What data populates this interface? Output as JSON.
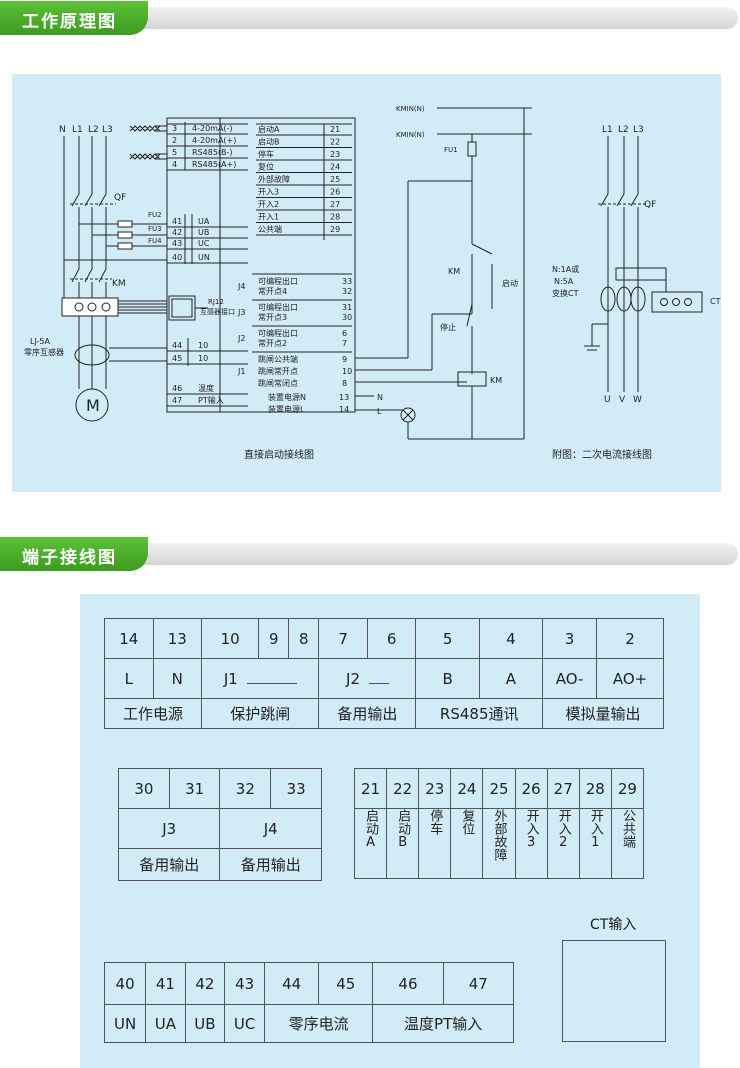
{
  "sections": {
    "principle": {
      "title": "工作原理图"
    },
    "terminal": {
      "title": "端子接线图"
    }
  },
  "principle": {
    "caption_main": "直接启动接线图",
    "caption_side": "附图：二次电流接线图",
    "lines_left": [
      "N",
      "L1",
      "L2",
      "L3"
    ],
    "qf": "QF",
    "km_main": "KM",
    "fuses": [
      "FU2",
      "FU3",
      "FU4"
    ],
    "zero_ct": [
      "LJ-5A",
      "零序互感器"
    ],
    "motor": "M",
    "rj12": [
      "RJ12",
      "互感器接口"
    ],
    "left_terms": [
      {
        "num": "3",
        "label": "4-20mA(-)"
      },
      {
        "num": "2",
        "label": "4-20mA(+)"
      },
      {
        "num": "5",
        "label": "RS485(B-)"
      },
      {
        "num": "4",
        "label": "RS485(A+)"
      },
      {
        "num": "41",
        "label": "UA"
      },
      {
        "num": "42",
        "label": "UB"
      },
      {
        "num": "43",
        "label": "UC"
      },
      {
        "num": "40",
        "label": "UN"
      },
      {
        "num": "44",
        "label": "10"
      },
      {
        "num": "45",
        "label": "10"
      },
      {
        "num": "46",
        "label": "温度"
      },
      {
        "num": "47",
        "label": "PT输入"
      }
    ],
    "right_terms": [
      {
        "label": "启动A",
        "num": "21"
      },
      {
        "label": "启动B",
        "num": "22"
      },
      {
        "label": "停车",
        "num": "23"
      },
      {
        "label": "复位",
        "num": "24"
      },
      {
        "label": "外部故障",
        "num": "25"
      },
      {
        "label": "开入3",
        "num": "26"
      },
      {
        "label": "开入2",
        "num": "27"
      },
      {
        "label": "开入1",
        "num": "28"
      },
      {
        "label": "公共端",
        "num": "29"
      }
    ],
    "relays": [
      {
        "name": "J4",
        "lines": [
          "可编程出口",
          "常开点4"
        ],
        "nums": [
          "33",
          "32"
        ]
      },
      {
        "name": "J3",
        "lines": [
          "可编程出口",
          "常开点3"
        ],
        "nums": [
          "31",
          "30"
        ]
      },
      {
        "name": "J2",
        "lines": [
          "可编程出口",
          "常开点2"
        ],
        "nums": [
          "6",
          "7"
        ]
      }
    ],
    "j1": {
      "name": "J1",
      "lines": [
        "跳闸公共端",
        "跳闸常开点",
        "跳闸常闭点"
      ],
      "nums": [
        "9",
        "10",
        "8"
      ]
    },
    "power": [
      {
        "label": "装置电源N",
        "num": "13",
        "line": "N"
      },
      {
        "label": "装置电源L",
        "num": "14",
        "line": "L"
      }
    ],
    "kmin": [
      "KMIN(N)",
      "KMIN(N)"
    ],
    "fu1": "FU1",
    "km_coil": "KM",
    "start_label": "启动",
    "stop_label": "停止",
    "km_contact": "KM",
    "side_lines": [
      "L1",
      "L2",
      "L3"
    ],
    "side_qf": "QF",
    "side_ratio": [
      "N:1A或",
      "N:5A",
      "变换CT"
    ],
    "side_ct": "CT",
    "side_out": [
      "U",
      "V",
      "W"
    ]
  },
  "terminal": {
    "block1": {
      "nums": [
        "14",
        "13",
        "10",
        "9",
        "8",
        "7",
        "6",
        "5",
        "4",
        "3",
        "2"
      ],
      "labels": [
        "L",
        "N",
        "J1",
        "J2",
        "B",
        "A",
        "AO-",
        "AO+"
      ],
      "groups": [
        "工作电源",
        "保护跳闸",
        "备用输出",
        "RS485通讯",
        "模拟量输出"
      ]
    },
    "block2": {
      "nums": [
        "30",
        "31",
        "32",
        "33"
      ],
      "labels": [
        "J3",
        "J4"
      ],
      "groups": [
        "备用输出",
        "备用输出"
      ]
    },
    "block3": {
      "nums": [
        "21",
        "22",
        "23",
        "24",
        "25",
        "26",
        "27",
        "28",
        "29"
      ],
      "labels": [
        "启动A",
        "启动B",
        "停车",
        "复位",
        "外部故障",
        "开入3",
        "开入2",
        "开入1",
        "公共端"
      ]
    },
    "ct": {
      "title": "CT输入"
    },
    "block4": {
      "nums": [
        "40",
        "41",
        "42",
        "43",
        "44",
        "45",
        "46",
        "47"
      ],
      "labels": [
        "UN",
        "UA",
        "UB",
        "UC",
        "零序电流",
        "温度PT输入"
      ]
    }
  }
}
